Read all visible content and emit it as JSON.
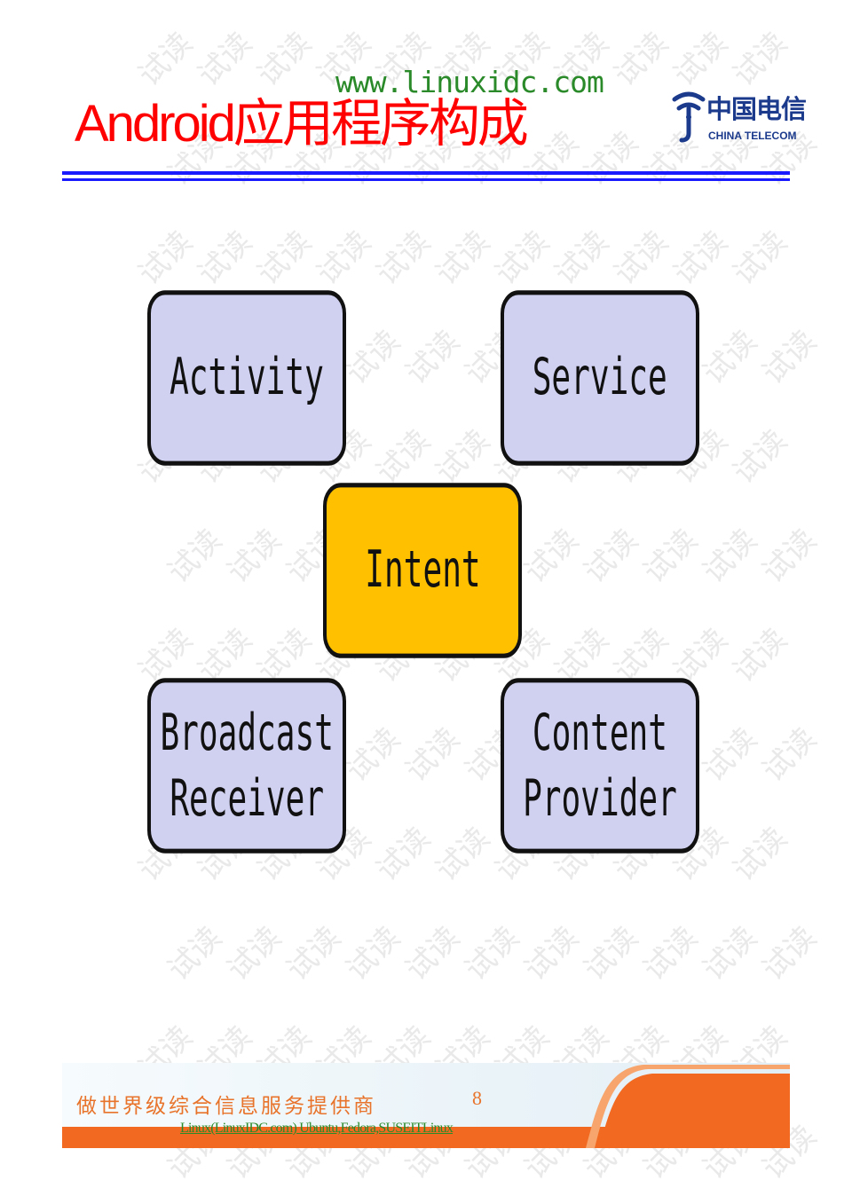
{
  "header": {
    "title": "Android应用程序构成",
    "site_url": "www.linuxidc.com",
    "logo": {
      "name_cn": "中国电信",
      "name_en": "CHINA TELECOM",
      "icon": "telecom-logo-icon",
      "color": "#1b3a8c"
    }
  },
  "diagram": {
    "components": [
      {
        "id": "activity",
        "lines": [
          "Activity"
        ]
      },
      {
        "id": "service",
        "lines": [
          "Service"
        ]
      },
      {
        "id": "intent",
        "lines": [
          "Intent"
        ]
      },
      {
        "id": "broadcast",
        "lines": [
          "Broadcast",
          "Receiver"
        ]
      },
      {
        "id": "content",
        "lines": [
          "Content",
          "Provider"
        ]
      }
    ],
    "colors": {
      "component_fill": "#d0d0f0",
      "hub_fill": "#ffc000",
      "border": "#111111"
    }
  },
  "footer": {
    "slogan": "做世界级综合信息服务提供商",
    "page_number": "8",
    "link_text": "Linux(LinuxIDC.com) Ubuntu,Fedora,SUSEITLinux",
    "accent_color": "#e8732b"
  },
  "watermark": {
    "text": "试读"
  },
  "colors": {
    "title": "#ff0000",
    "rule": "#1a1aff",
    "url": "#2a8a2a"
  }
}
